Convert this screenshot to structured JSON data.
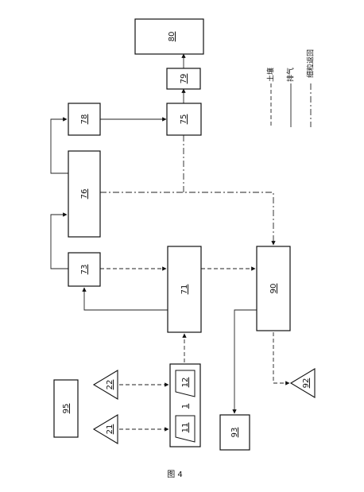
{
  "figure": {
    "caption": "图 4"
  },
  "nodes": {
    "n80": "80",
    "n79": "79",
    "n78": "78",
    "n75": "75",
    "n76": "76",
    "n73": "73",
    "n71": "71",
    "n90": "90",
    "n95": "95",
    "n22": "22",
    "n21": "21",
    "n12": "12",
    "n11": "11",
    "n1": "1",
    "n92": "92",
    "n93": "93"
  },
  "legend": {
    "soil": "土壤",
    "exhaust": "排气",
    "fines_return": "细粒返回"
  }
}
